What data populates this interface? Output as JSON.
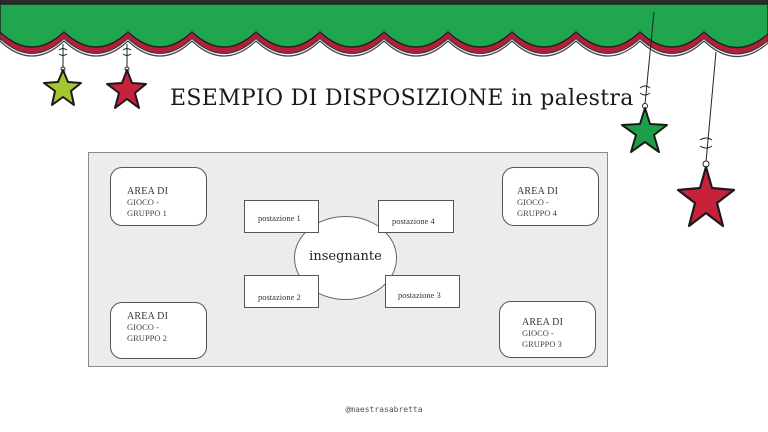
{
  "title": {
    "caps_part": "ESEMPIO DI DISPOSIZIONE",
    "lower_part": "in palestra"
  },
  "colors": {
    "awning_green": "#1fa64e",
    "awning_red_trim": "#b21f3a",
    "star_lime": "#a6c630",
    "star_red": "#c8213c",
    "star_green": "#1d9e48",
    "board_bg": "#ececec"
  },
  "diagram": {
    "areas": [
      {
        "id": "gruppo-1",
        "line1": "AREA DI",
        "line2": "GIOCO -",
        "line3": "GRUPPO  1"
      },
      {
        "id": "gruppo-2",
        "line1": "AREA DI",
        "line2": "GIOCO -",
        "line3": "GRUPPO  2"
      },
      {
        "id": "gruppo-4",
        "line1": "AREA DI",
        "line2": "GIOCO -",
        "line3": "GRUPPO  4"
      },
      {
        "id": "gruppo-3",
        "line1": "AREA DI",
        "line2": "GIOCO -",
        "line3": "GRUPPO  3"
      }
    ],
    "stations": [
      {
        "id": "postazione-1",
        "label": "postazione 1"
      },
      {
        "id": "postazione-4",
        "label": "postazione 4"
      },
      {
        "id": "postazione-2",
        "label": "postazione 2"
      },
      {
        "id": "postazione-3",
        "label": "postazione 3"
      }
    ],
    "center": {
      "label": "insegnante"
    }
  },
  "decorations": {
    "icons": [
      "awning-scallop",
      "star-lime",
      "star-red-left",
      "star-green-right",
      "star-red-right"
    ]
  },
  "credit": "@maestrasabretta"
}
